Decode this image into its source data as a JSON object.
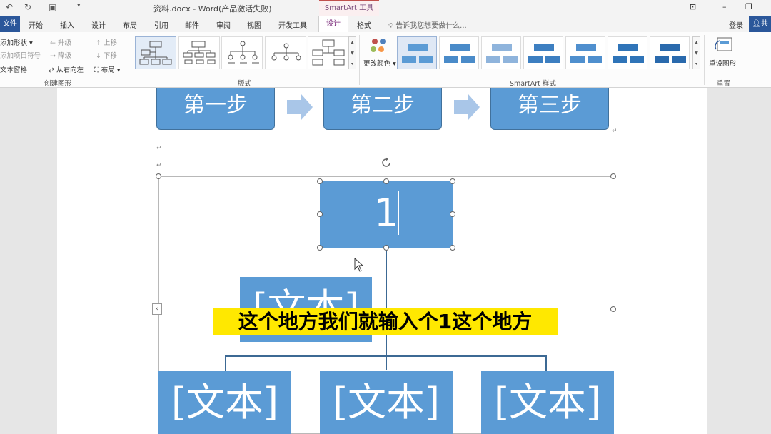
{
  "titlebar": {
    "title": "资料.docx - Word(产品激活失败)",
    "context_tab": "SmartArt 工具"
  },
  "tabs": {
    "file": "文件",
    "items": [
      "开始",
      "插入",
      "设计",
      "布局",
      "引用",
      "邮件",
      "审阅",
      "视图",
      "开发工具",
      "设计",
      "格式"
    ],
    "tellme": "告诉我您想要做什么...",
    "login": "登录",
    "share": "共享"
  },
  "ribbon": {
    "create": {
      "add_shape": "添加形状",
      "add_bullet": "添加项目符号",
      "text_pane": "文本窗格",
      "promote": "升级",
      "demote": "降级",
      "rtl": "从右向左",
      "move_up": "上移",
      "move_down": "下移",
      "layout": "布局",
      "label": "创建图形"
    },
    "layouts_label": "版式",
    "change_colors": "更改颜色",
    "styles_label": "SmartArt 样式",
    "reset_graphic": "重设图形",
    "reset_label": "重置"
  },
  "document": {
    "steps": [
      "第一步",
      "第二步",
      "第三步"
    ],
    "top_node": "1",
    "assistant_node": "[文本]",
    "child_nodes": [
      "[文本]",
      "[文本]",
      "[文本]"
    ]
  },
  "subtitle": "这个地方我们就输入个1这个地方",
  "colors": {
    "accent": "#5b9bd5",
    "file_tab": "#2b579a",
    "subtitle_bg": "#ffe800"
  }
}
